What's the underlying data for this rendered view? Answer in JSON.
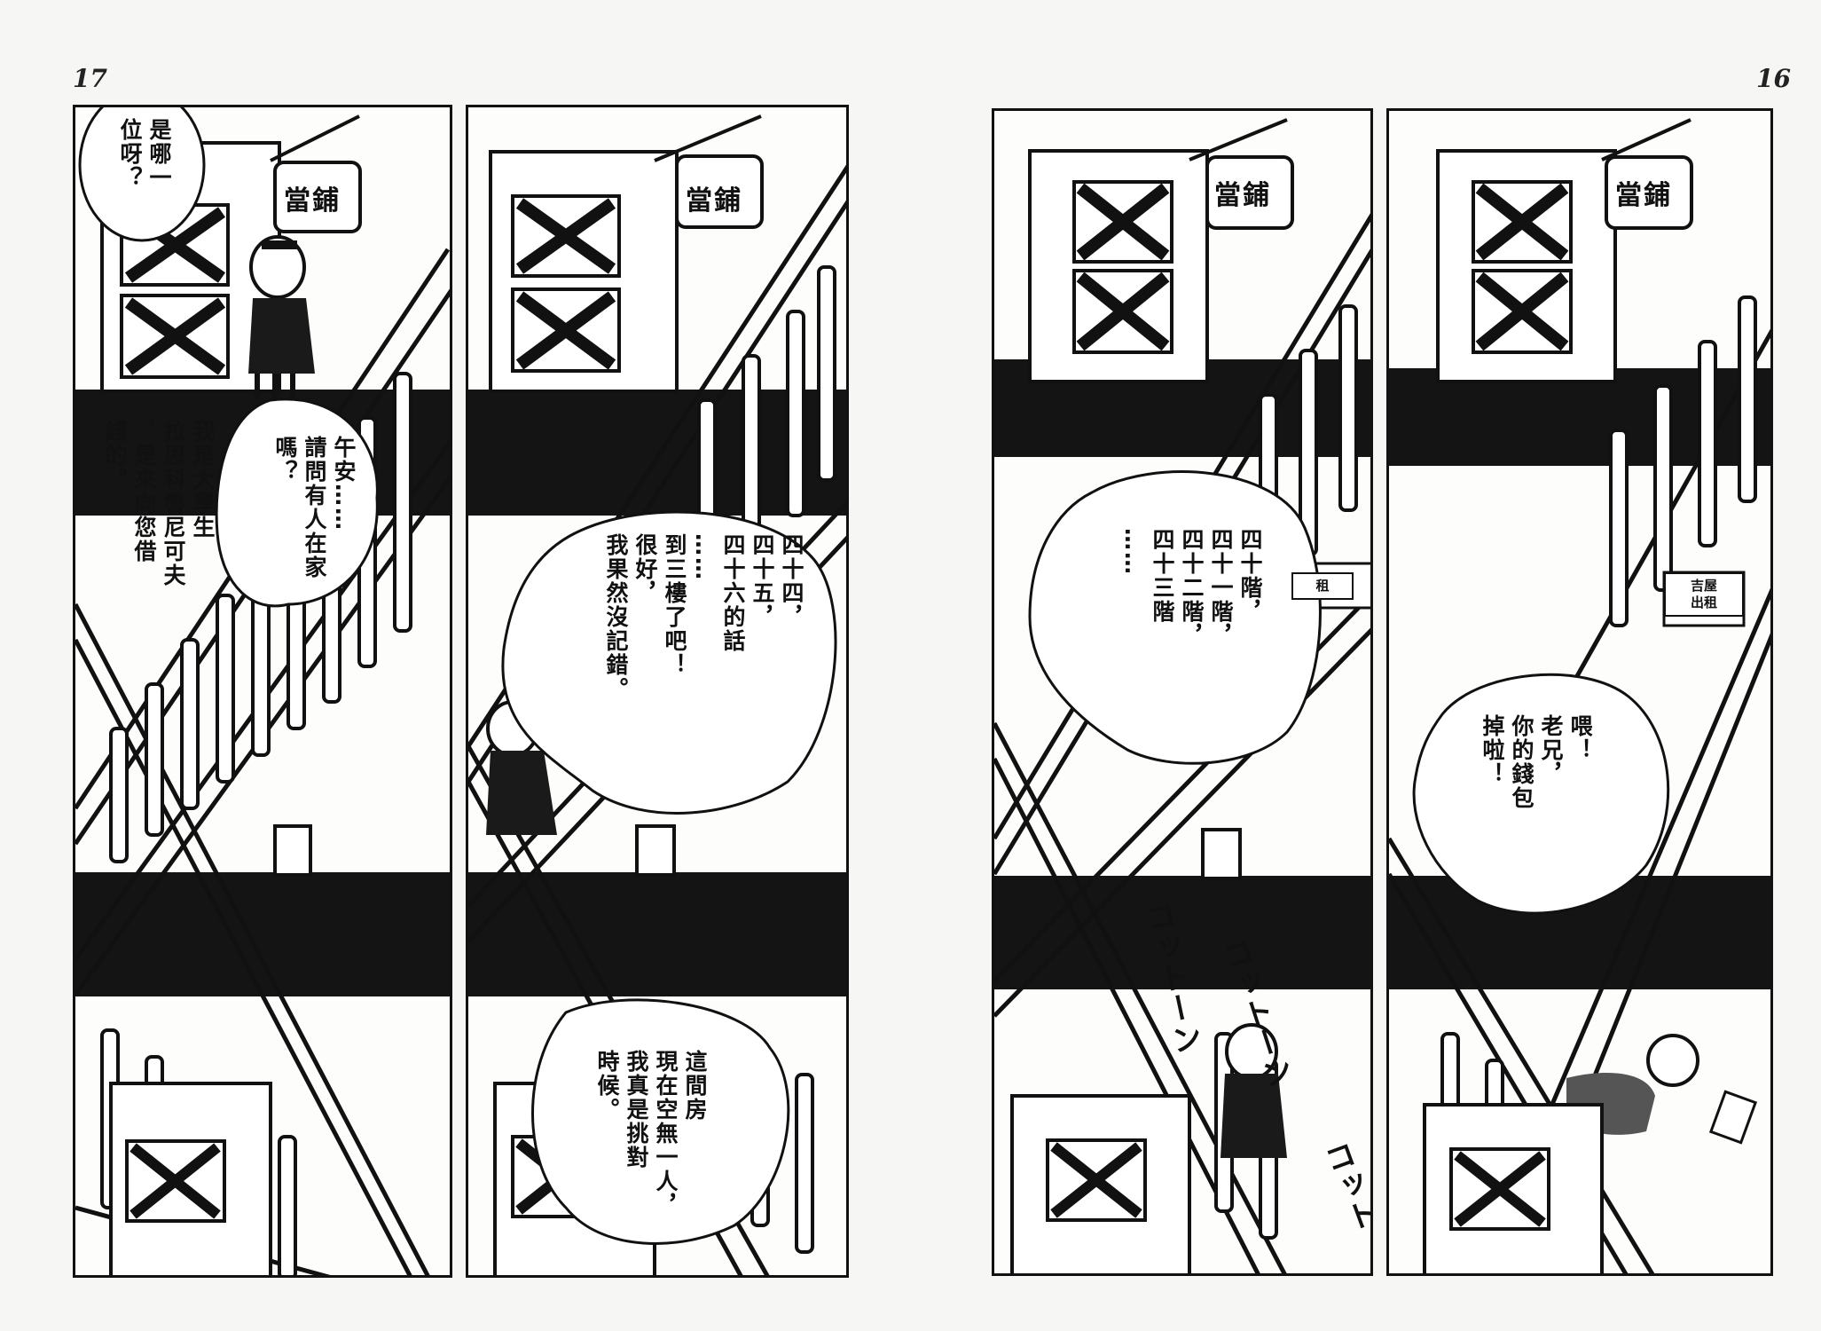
{
  "pages": {
    "left_number": "17",
    "right_number": "16"
  },
  "signs": {
    "pawnshop": "當鋪",
    "rent_top": "吉屋",
    "rent_bottom": "出租",
    "rent_partial": "租"
  },
  "p17_top": {
    "bubble_who": "是哪一\n位呀？",
    "bubble_hello": "午安……\n請問有人在家\n嗎？",
    "narration_intro": "我是大學生\n拉思科魯尼可夫\n，是來向您借\n錢的。"
  },
  "p17_mid": {
    "bubble_count": "四十四，\n四十五，\n四十六的話\n……\n到三樓了吧！\n很好，\n我果然沒記錯。",
    "bubble_empty": "這間房\n現在空無一人，\n我真是挑對\n時候。"
  },
  "p16_left": {
    "bubble_steps": "四十階，\n四十一階，\n四十二階，\n四十三階\n……",
    "sfx_1": "コットーン",
    "sfx_2": "コットーン",
    "sfx_3": "コット"
  },
  "p16_right": {
    "bubble_wallet": "喂！\n老兄，\n你的錢包\n掉啦！"
  }
}
